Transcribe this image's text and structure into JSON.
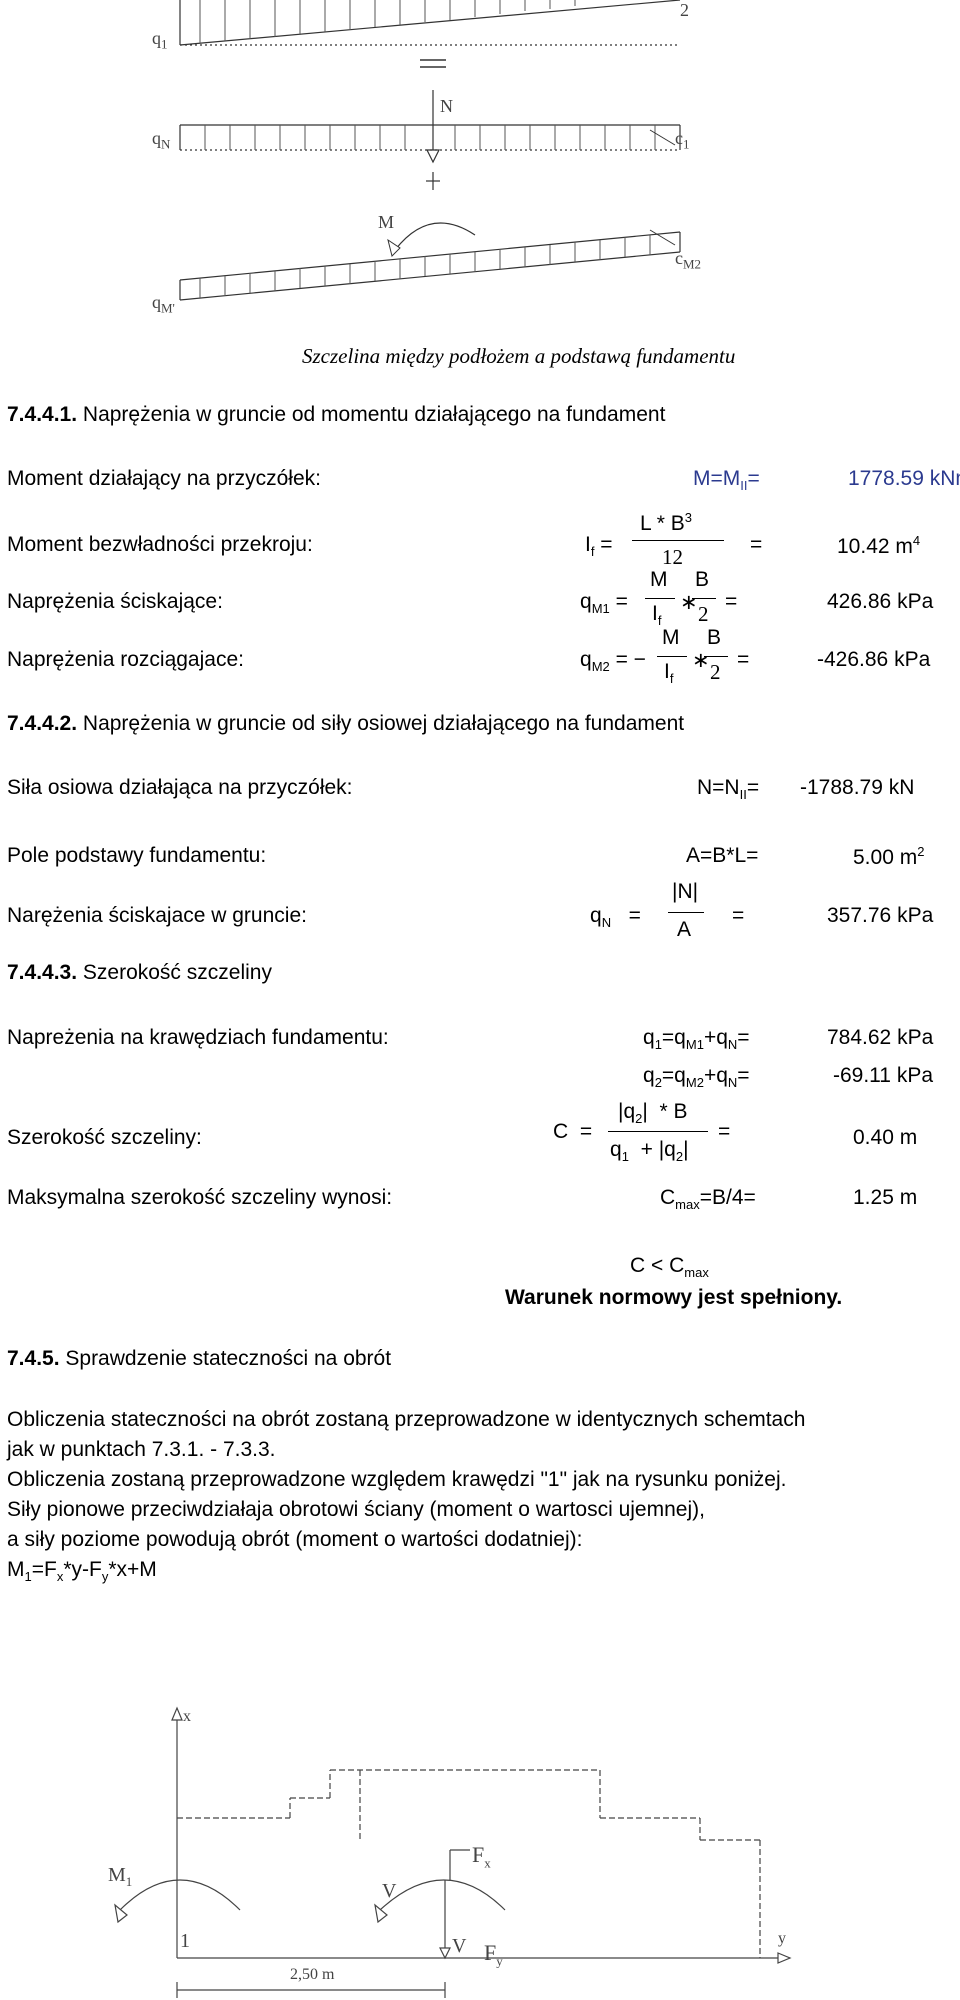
{
  "top_figure": {
    "labels": {
      "q1": "q",
      "q1_sub": "1",
      "two": "2",
      "N": "N",
      "qN": "q",
      "qN_sub": "N",
      "c1": "c",
      "c1_sub": "1",
      "M": "M",
      "qM": "q",
      "qM_sub": "M'",
      "cM2": "c",
      "cM2_sub": "M2"
    },
    "caption": "Szczelina między podłożem a podstawą fundamentu"
  },
  "s1": {
    "heading_num": "7.4.4.1.",
    "heading": " Naprężenia w gruncie od momentu działającego na fundament",
    "moment_label": "Moment działający na przyczółek:",
    "moment_formula": "M=M",
    "moment_sub": "II",
    "moment_eq": "=",
    "moment_value": "1778.59",
    "moment_unit": "kNm",
    "inertia_label": "Moment bezwładności przekroju:",
    "inertia_I": "I",
    "inertia_f": "f",
    "inertia_num": "L  *  B",
    "inertia_pow": "3",
    "inertia_den": "12",
    "inertia_value": "10.42",
    "inertia_unit": "m",
    "inertia_unit_pow": "4",
    "comp_label": "Naprężenia ściskające:",
    "comp_q": "q",
    "comp_sub": "M1",
    "comp_value": "426.86",
    "comp_unit": "kPa",
    "tens_label": "Naprężenia rozciągajace:",
    "tens_q": "q",
    "tens_sub": "M2",
    "tens_value": "-426.86",
    "tens_unit": "kPa",
    "frac_M": "M",
    "frac_I": "I",
    "frac_f": "f",
    "frac_B": "B",
    "frac_2": "2"
  },
  "s2": {
    "heading_num": "7.4.4.2.",
    "heading": " Naprężenia w gruncie od siły osiowej działającego na fundament",
    "axial_label": "Siła osiowa działająca na przyczółek:",
    "axial_formula": "N=N",
    "axial_sub": "II",
    "axial_eq": "=",
    "axial_value": "-1788.79",
    "axial_unit": "kN",
    "area_label": "Pole podstawy fundamentu:",
    "area_formula": "A=B*L=",
    "area_value": "5.00",
    "area_unit": "m",
    "area_unit_pow": "2",
    "soil_label": "Narężenia ściskajace w gruncie:",
    "soil_q": "q",
    "soil_sub": "N",
    "soil_num": "N",
    "soil_den": "A",
    "soil_value": "357.76",
    "soil_unit": "kPa"
  },
  "s3": {
    "heading_num": "7.4.4.3.",
    "heading": " Szerokość szczeliny",
    "edge_label": "Napreżenia na krawędziach fundamentu:",
    "q1_formula": "q",
    "q1_value": "784.62",
    "q1_unit": "kPa",
    "q2_value": "-69.11",
    "q2_unit": "kPa",
    "gap_label": "Szerokość szczeliny:",
    "gap_C": "C",
    "gap_value": "0.40",
    "gap_unit": "m",
    "max_label": "Maksymalna szerokość szczeliny wynosi:",
    "max_formula": "C",
    "max_sub": "max",
    "max_rest": "=B/4=",
    "max_value": "1.25",
    "max_unit": "m",
    "cond_C": "C < C",
    "cond_sub": "max",
    "cond_text": "Warunek normowy jest spełniony."
  },
  "s4": {
    "heading_num": "7.4.5.",
    "heading": " Sprawdzenie stateczności na obrót",
    "p1": "Obliczenia stateczności na obrót zostaną przeprowadzone w identycznych schemtach",
    "p2": "jak w punktach 7.3.1. - 7.3.3.",
    "p3": "Obliczenia zostaną przeprowadzone względem krawędzi \"1\" jak na rysunku poniżej.",
    "p4": "Siły pionowe przeciwdziałaja obrotowi ściany (moment o wartosci ujemnej),",
    "p5": "a siły poziome powodują obrót (moment o wartości dodatniej):",
    "p6_M": "M",
    "p6_sub1": "1",
    "p6_a": "=F",
    "p6_subx": "x",
    "p6_b": "*y-F",
    "p6_suby": "y",
    "p6_c": "*x+M"
  },
  "bottom_figure": {
    "x": "x",
    "y": "y",
    "M1": "M",
    "M1_sub": "1",
    "V": "V",
    "one": "1",
    "Fx": "F",
    "Fx_sub": "x",
    "Fy": "F",
    "Fy_sub": "y",
    "dim": "2,50 m"
  }
}
